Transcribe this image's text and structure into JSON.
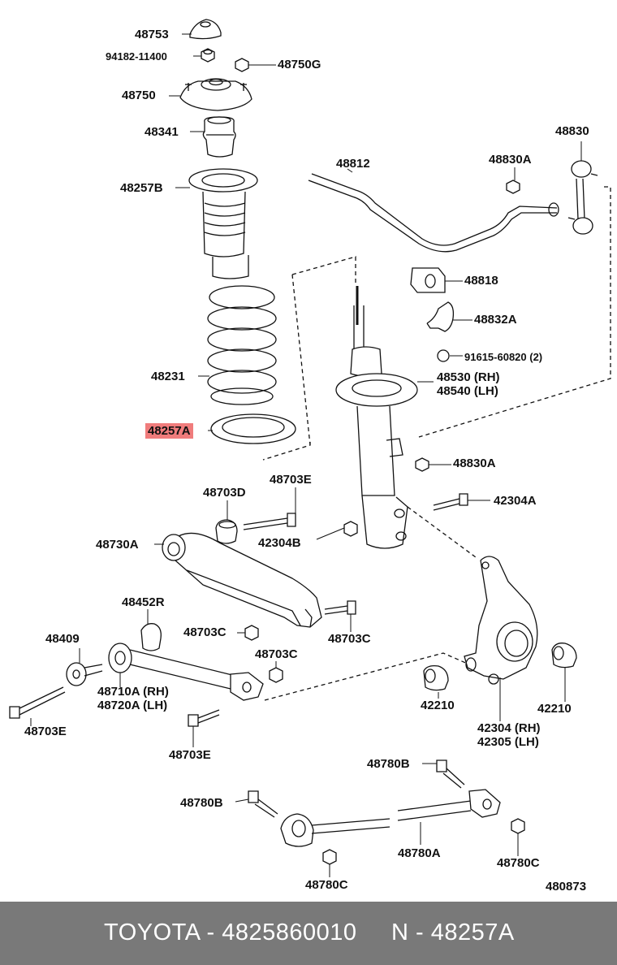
{
  "diagram": {
    "ref_number": "480873",
    "labels": [
      {
        "id": "l1",
        "text": "48753"
      },
      {
        "id": "l2",
        "text": "94182-11400"
      },
      {
        "id": "l3",
        "text": "48750G"
      },
      {
        "id": "l4",
        "text": "48750"
      },
      {
        "id": "l5",
        "text": "48341"
      },
      {
        "id": "l6",
        "text": "48257B"
      },
      {
        "id": "l7",
        "text": "48231"
      },
      {
        "id": "l8",
        "text": "48257A",
        "highlight": true
      },
      {
        "id": "l9",
        "text": "48812"
      },
      {
        "id": "l10",
        "text": "48830A"
      },
      {
        "id": "l11",
        "text": "48830"
      },
      {
        "id": "l12",
        "text": "48818"
      },
      {
        "id": "l13",
        "text": "48832A"
      },
      {
        "id": "l14",
        "text": "91615-60820 (2)"
      },
      {
        "id": "l15",
        "text": "48530 (RH)"
      },
      {
        "id": "l16",
        "text": "48540 (LH)"
      },
      {
        "id": "l17",
        "text": "48830A"
      },
      {
        "id": "l18",
        "text": "48703D"
      },
      {
        "id": "l19",
        "text": "48703E"
      },
      {
        "id": "l20",
        "text": "42304A"
      },
      {
        "id": "l21",
        "text": "48730A"
      },
      {
        "id": "l22",
        "text": "42304B"
      },
      {
        "id": "l23",
        "text": "48452R"
      },
      {
        "id": "l24",
        "text": "48703C"
      },
      {
        "id": "l25",
        "text": "48703C"
      },
      {
        "id": "l26",
        "text": "48409"
      },
      {
        "id": "l27",
        "text": "48703C"
      },
      {
        "id": "l28",
        "text": "48710A (RH)"
      },
      {
        "id": "l29",
        "text": "48720A (LH)"
      },
      {
        "id": "l30",
        "text": "42210"
      },
      {
        "id": "l31",
        "text": "42210"
      },
      {
        "id": "l32",
        "text": "48703E"
      },
      {
        "id": "l33",
        "text": "48703E"
      },
      {
        "id": "l34",
        "text": "42304 (RH)"
      },
      {
        "id": "l35",
        "text": "42305 (LH)"
      },
      {
        "id": "l36",
        "text": "48780B"
      },
      {
        "id": "l37",
        "text": "48780B"
      },
      {
        "id": "l38",
        "text": "48780A"
      },
      {
        "id": "l39",
        "text": "48780C"
      },
      {
        "id": "l40",
        "text": "48780C"
      }
    ]
  },
  "footer": {
    "left_text": "TOYOTA - 4825860010",
    "right_text": "N - 48257A",
    "background": "#797979",
    "text_color": "#ffffff"
  },
  "highlight_color": "#f07c7c"
}
